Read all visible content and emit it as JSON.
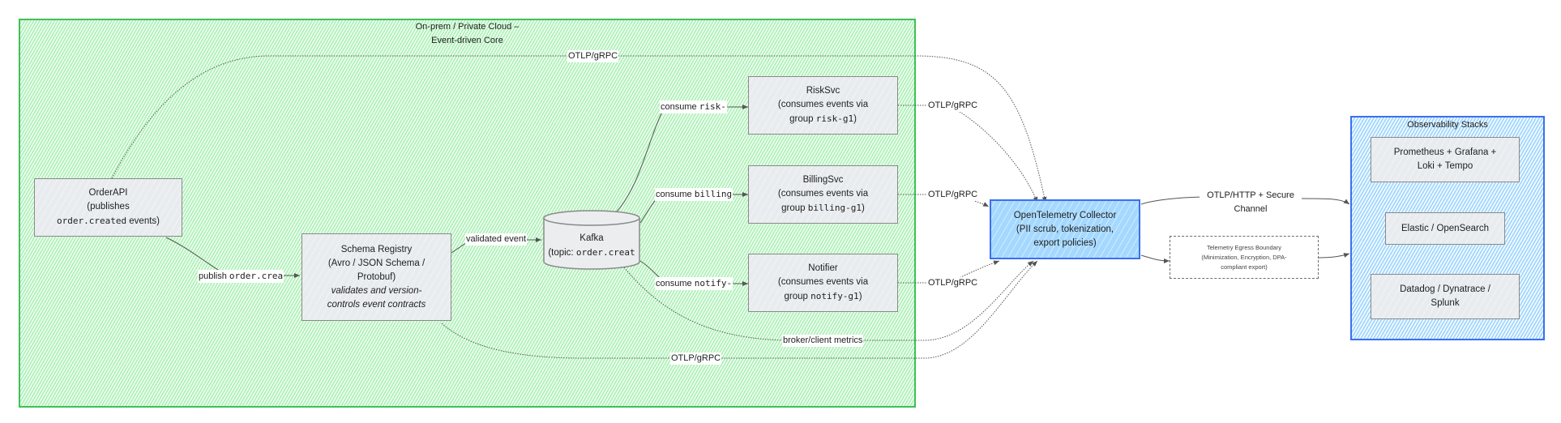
{
  "zones": {
    "onprem": {
      "title_line1": "On-prem / Private Cloud –",
      "title_line2": "Event-driven Core",
      "color": "#40c057"
    },
    "observability": {
      "title": "Observability Stacks",
      "color": "#3b6ff0"
    }
  },
  "nodes": {
    "orderapi": {
      "title": "OrderAPI",
      "line2": "(publishes",
      "code": "order.created",
      "line3_suffix": " events)"
    },
    "schema_registry": {
      "title": "Schema Registry",
      "line2": "(Avro / JSON Schema /",
      "line3": "Protobuf)",
      "italic1": "validates and version-",
      "italic2": "controls event contracts"
    },
    "kafka": {
      "title": "Kafka",
      "prefix": "(topic: ",
      "code": "order.creat"
    },
    "risksvc": {
      "title": "RiskSvc",
      "line2": "(consumes events via",
      "prefix": "group ",
      "code": "risk-g1",
      "suffix": ")"
    },
    "billingsvc": {
      "title": "BillingSvc",
      "line2": "(consumes events via",
      "prefix": "group ",
      "code": "billing-g1",
      "suffix": ")"
    },
    "notifier": {
      "title": "Notifier",
      "line2": "(consumes events via",
      "prefix": "group ",
      "code": "notify-g1",
      "suffix": ")"
    },
    "collector": {
      "title": "OpenTelemetry Collector",
      "line2": "(PII scrub, tokenization,",
      "line3": "export policies)"
    },
    "egress": {
      "line1": "Telemetry Egress Boundary",
      "line2": "(Minimization, Encryption, DPA-",
      "line3": "compliant export)"
    },
    "prom": {
      "line1": "Prometheus + Grafana +",
      "line2": "Loki + Tempo"
    },
    "elastic": {
      "line1": "Elastic / OpenSearch"
    },
    "datadog": {
      "line1": "Datadog / Dynatrace /",
      "line2": "Splunk"
    }
  },
  "edge_labels": {
    "publish": {
      "text": "publish ",
      "code": "order.crea"
    },
    "validated": "validated event",
    "consume_risk": {
      "text": "consume ",
      "code": "risk-"
    },
    "consume_billing": {
      "text": "consume ",
      "code": "billing"
    },
    "consume_notify": {
      "text": "consume ",
      "code": "notify-"
    },
    "otlp_top": "OTLP/gRPC",
    "otlp_risk": "OTLP/gRPC",
    "otlp_billing": "OTLP/gRPC",
    "otlp_notify": "OTLP/gRPC",
    "broker_metrics": "broker/client metrics",
    "otlp_bottom": "OTLP/gRPC",
    "otlp_http_line1": "OTLP/HTTP + Secure",
    "otlp_http_line2": "Channel"
  }
}
